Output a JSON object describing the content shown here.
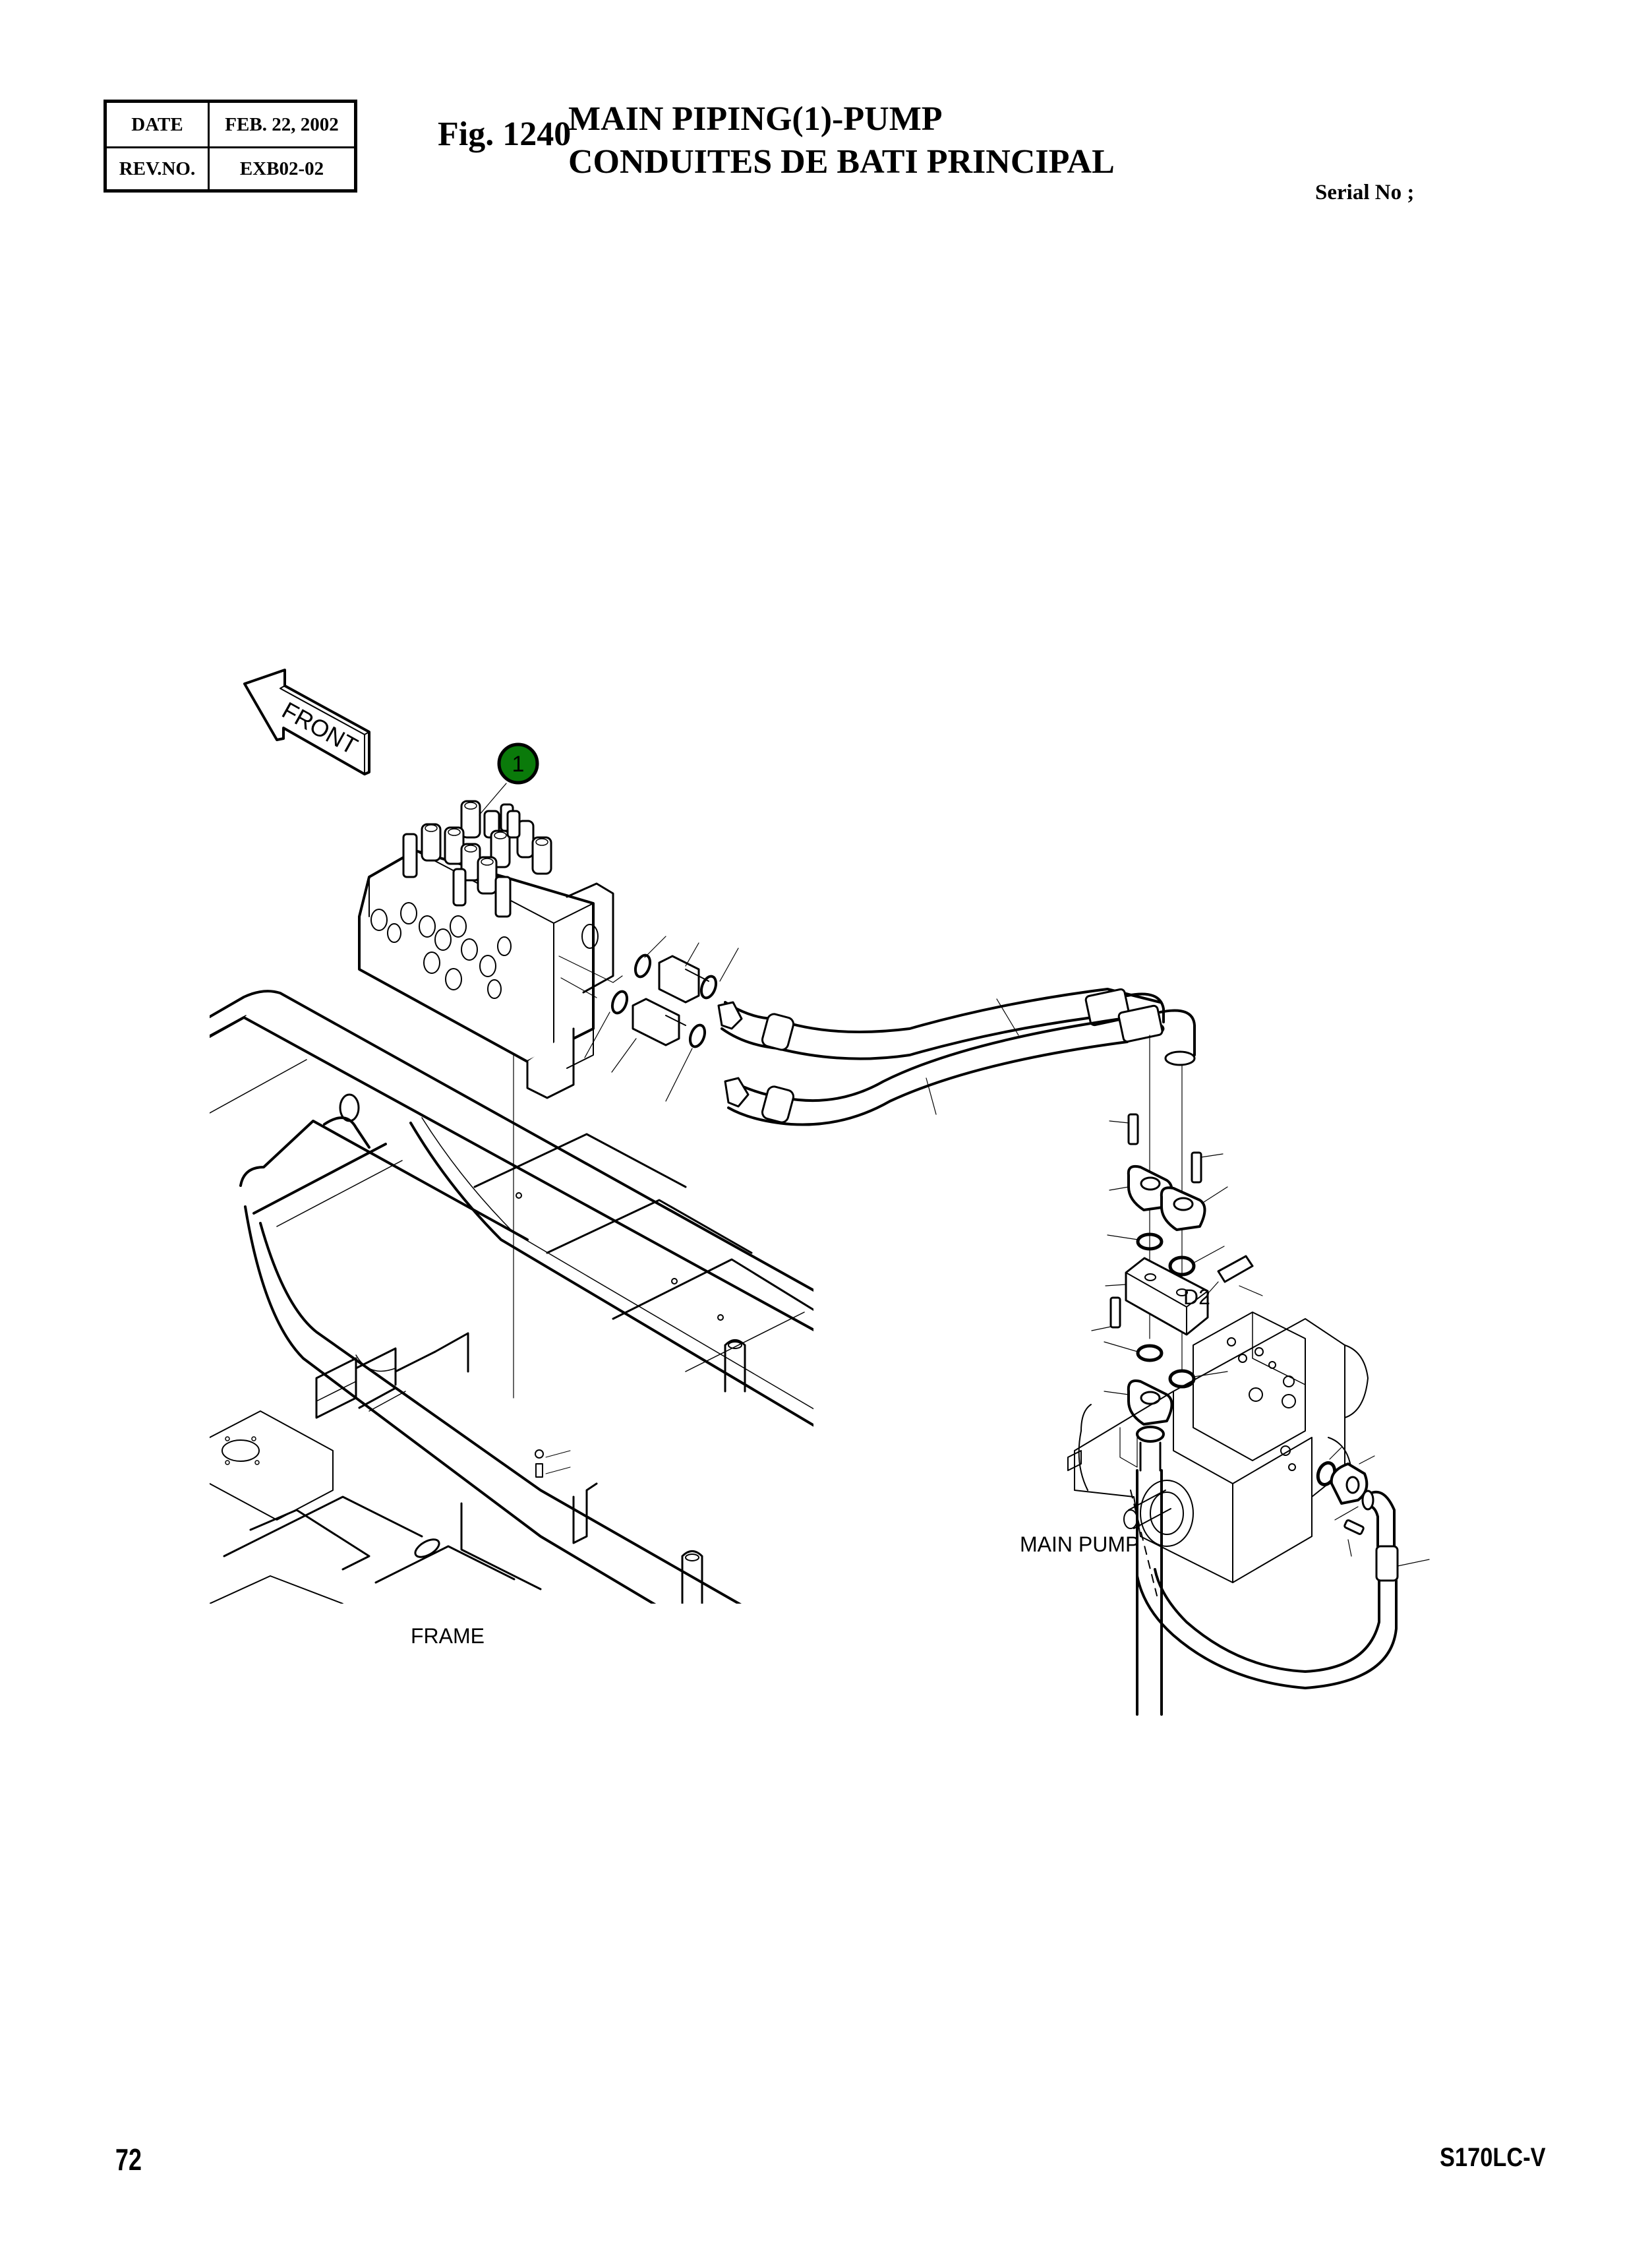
{
  "header": {
    "revision_table": {
      "date_label": "DATE",
      "date_value": "FEB. 22, 2002",
      "rev_label": "REV.NO.",
      "rev_value": "EXB02-02"
    },
    "figure_number": "Fig. 1240",
    "title_en": "MAIN PIPING(1)-PUMP",
    "title_fr": "CONDUITES DE BATI PRINCIPAL",
    "serial_label": "Serial No ;"
  },
  "diagram": {
    "direction_arrow_label": "FRONT",
    "callouts": [
      {
        "number": "1",
        "color": "#0a7a0a",
        "target": "control-valve"
      }
    ],
    "labels": {
      "frame": "FRAME",
      "main_pump": "MAIN PUMP",
      "port": "D2"
    }
  },
  "footer": {
    "page_number": "72",
    "model": "S170LC-V"
  }
}
